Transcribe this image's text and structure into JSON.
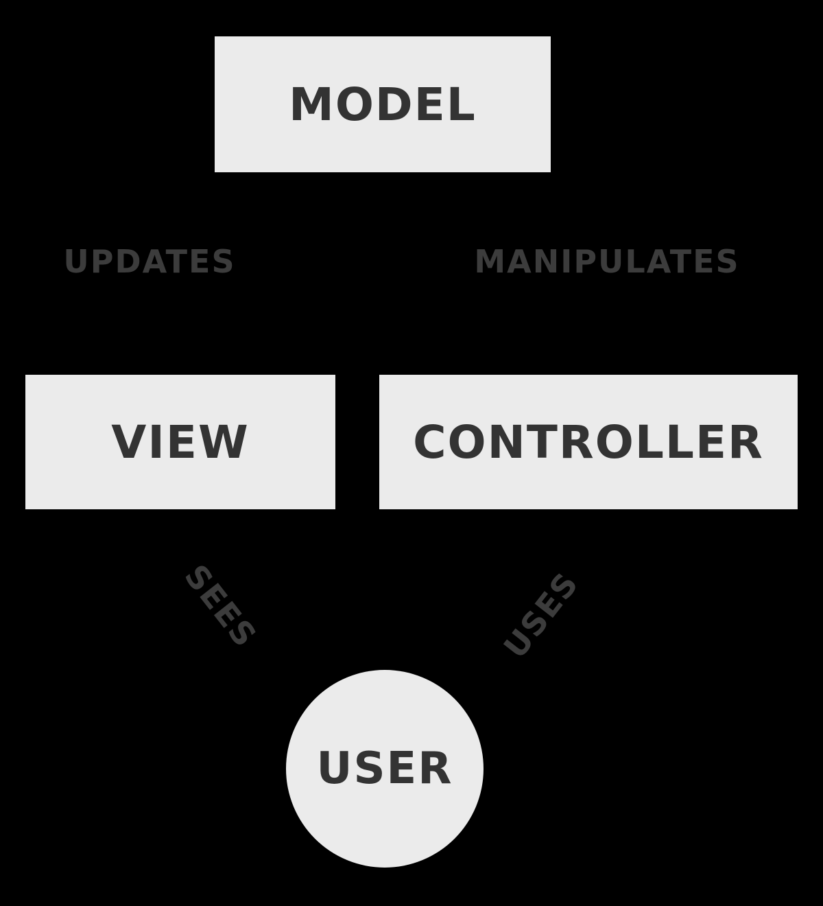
{
  "colors": {
    "background": "#000000",
    "box_fill": "#EBEBEB",
    "box_text": "#333333",
    "relation_text": "#3C3C3C"
  },
  "nodes": {
    "model": {
      "label": "MODEL"
    },
    "view": {
      "label": "VIEW"
    },
    "controller": {
      "label": "CONTROLLER"
    },
    "user": {
      "label": "USER"
    }
  },
  "relations": {
    "updates": {
      "label": "UPDATES"
    },
    "manipulates": {
      "label": "MANIPULATES"
    },
    "sees": {
      "label": "SEES"
    },
    "uses": {
      "label": "USES"
    }
  }
}
